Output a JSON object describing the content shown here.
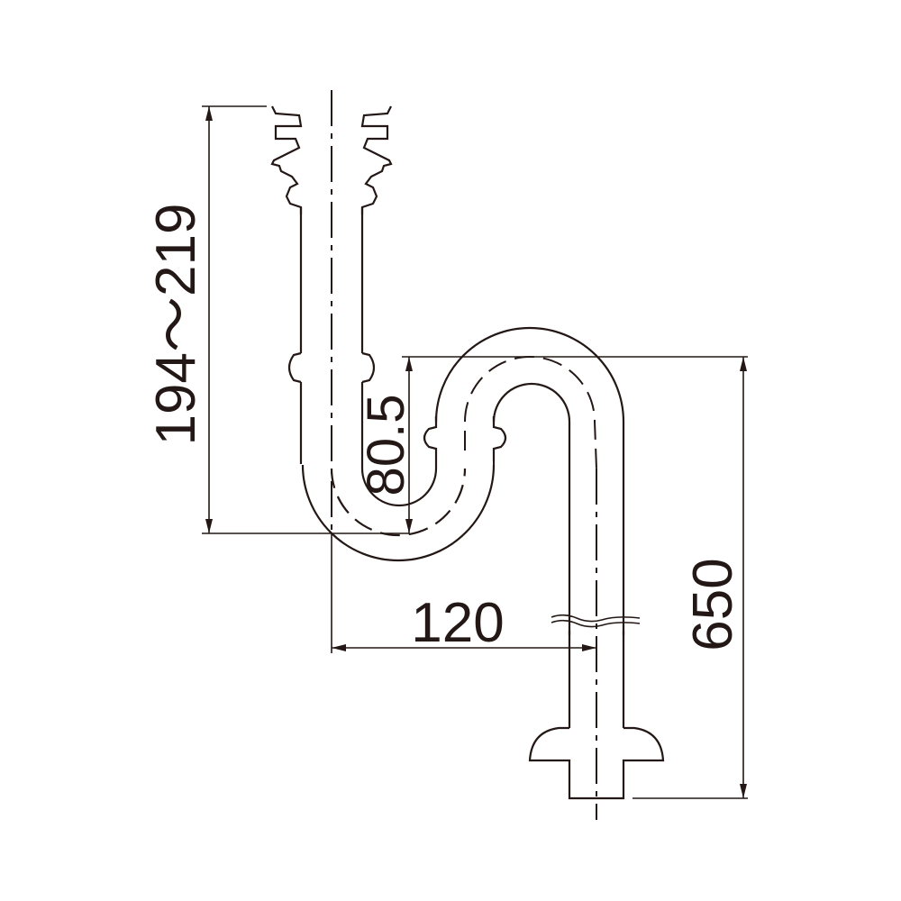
{
  "diagram": {
    "type": "technical-drawing",
    "subject": "S-trap drain pipe",
    "line_color": "#231815",
    "background": "#ffffff"
  },
  "dimensions": {
    "overall_height_range": {
      "label": "194～219",
      "orientation": "vertical"
    },
    "trap_depth": {
      "label": "80.5",
      "orientation": "vertical"
    },
    "horizontal_offset": {
      "label": "120",
      "orientation": "horizontal"
    },
    "total_length": {
      "label": "650",
      "orientation": "vertical"
    }
  }
}
